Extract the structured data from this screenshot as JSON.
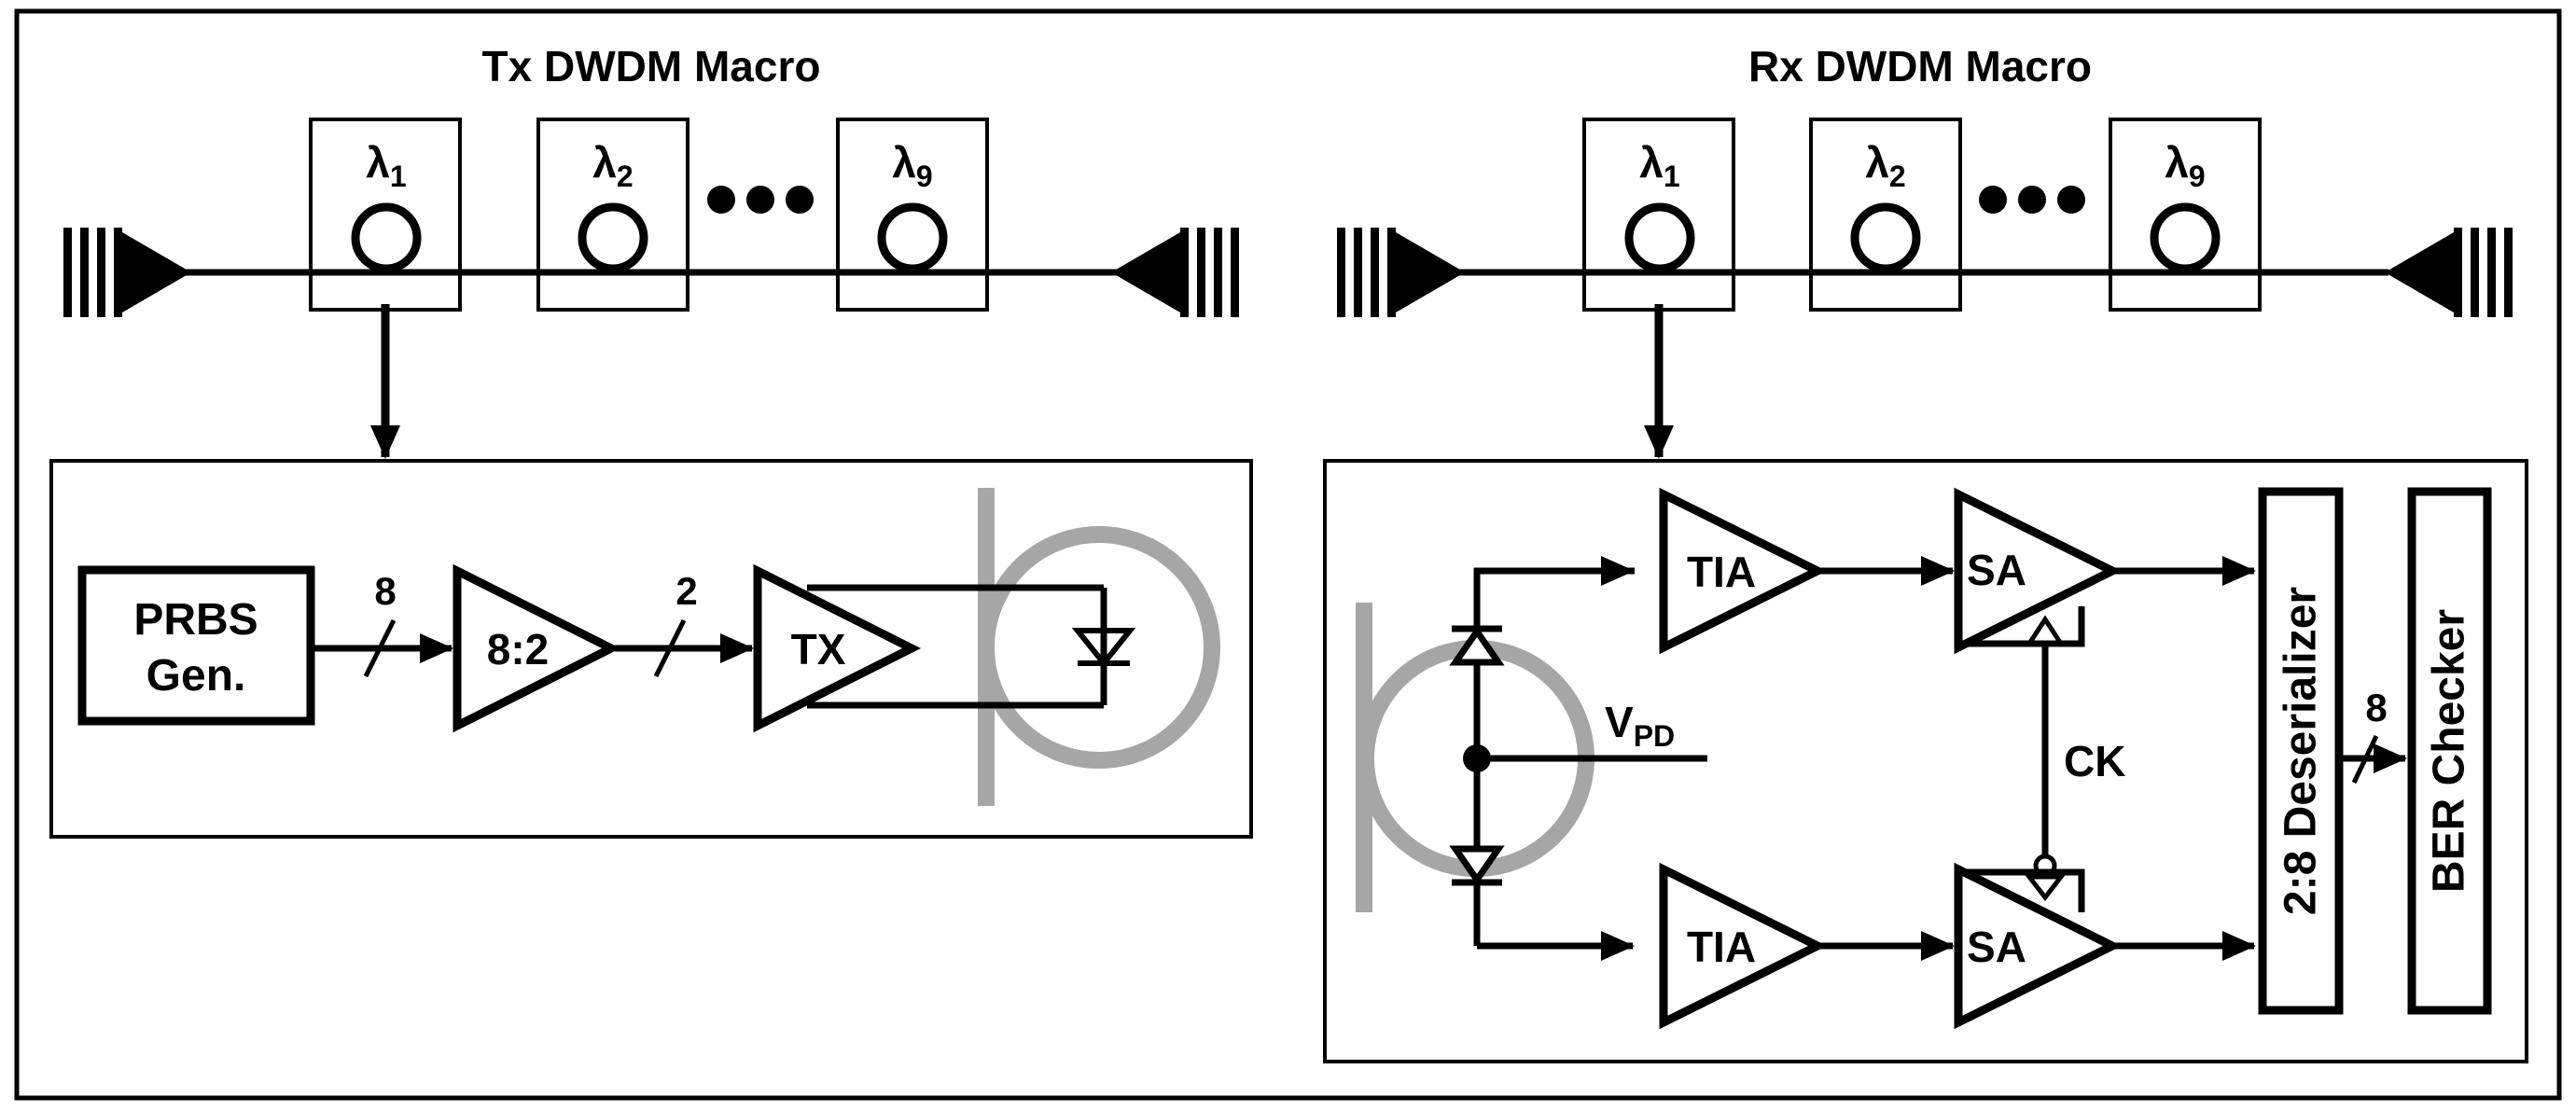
{
  "tx": {
    "title": "Tx DWDM Macro",
    "rings": [
      {
        "sym": "λ",
        "sub": "1"
      },
      {
        "sym": "λ",
        "sub": "2"
      },
      {
        "sym": "λ",
        "sub": "9"
      }
    ],
    "prbs_line1": "PRBS",
    "prbs_line2": "Gen.",
    "bus_width_1": "8",
    "serializer": "8:2",
    "bus_width_2": "2",
    "driver": "TX"
  },
  "rx": {
    "title": "Rx DWDM Macro",
    "rings": [
      {
        "sym": "λ",
        "sub": "1"
      },
      {
        "sym": "λ",
        "sub": "2"
      },
      {
        "sym": "λ",
        "sub": "9"
      }
    ],
    "vpd_main": "V",
    "vpd_sub": "PD",
    "tia_top": "TIA",
    "tia_bottom": "TIA",
    "sa_top": "SA",
    "sa_bottom": "SA",
    "clock": "CK",
    "deserializer": "2:8 Deserializer",
    "bus_width": "8",
    "checker": "BER Checker"
  },
  "colors": {
    "line": "#000000",
    "optical": "#a6a6a6",
    "background": "#ffffff"
  }
}
